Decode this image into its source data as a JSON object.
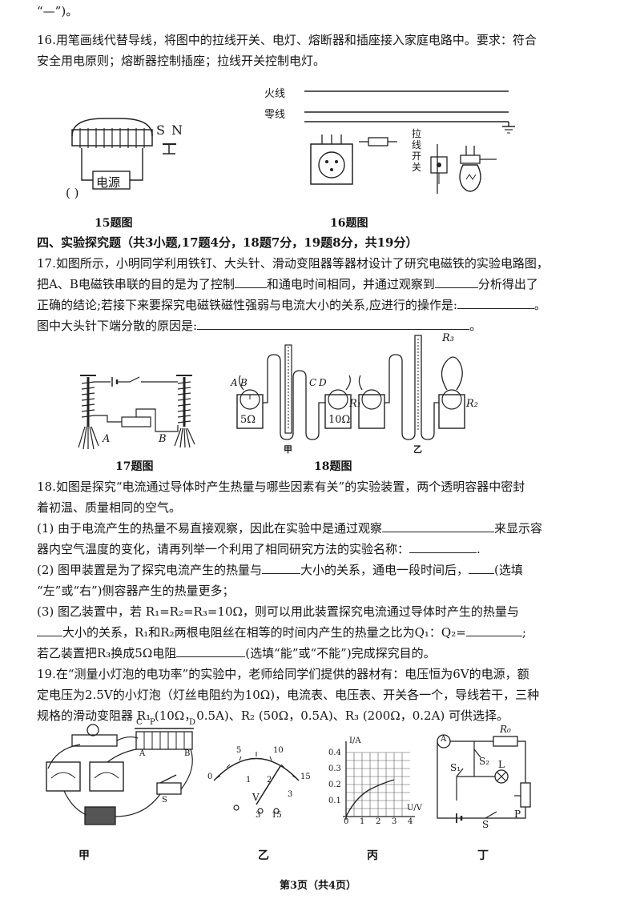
{
  "top_fragment": "“—”)。",
  "q16": {
    "line1": "16.用笔画线代替导线，将图中的拉线开关、电灯、熔断器和插座接入家庭电路中。要求：符合",
    "line2": "安全用电原则；熔断器控制插座；拉线开关控制电灯。"
  },
  "fig15": {
    "label_s": "S",
    "label_n": "N",
    "source": "电源",
    "paren": "( )",
    "caption": "15题图"
  },
  "fig16": {
    "live": "火线",
    "neutral": "零线",
    "switch": "拉线开关",
    "caption": "16题图"
  },
  "section4": "四、实验探究题（共3小题,17题4分，18题7分，19题8分，共19分）",
  "q17": {
    "line1": "17.如图所示，小明同学利用铁钉、大头针、滑动变阻器等器材设计了研究电磁铁的实验电路图，",
    "line2a": "把A、B电磁铁串联的目的是为了控制",
    "line2b": "和通电时间相同，并通过观察到",
    "line2c": "分析得出了",
    "line3a": "正确的结论;若接下来要探究电磁铁磁性强弱与电流大小的关系,应进行的操作是:",
    "line3b": "。",
    "line4a": "图中大头针下端分散的原因是:",
    "line4b": "。"
  },
  "fig17": {
    "a": "A",
    "b": "B",
    "caption": "17题图"
  },
  "fig18": {
    "a": "A",
    "b": "B",
    "c": "C",
    "d": "D",
    "r5": "5Ω",
    "r10": "10Ω",
    "r1": "R₁",
    "r2": "R₂",
    "r3": "R₃",
    "jia": "甲",
    "yi": "乙",
    "caption": "18题图"
  },
  "q18": {
    "line1": "18.如图是探究“电流通过导体时产生热量与哪些因素有关”的实验装置，两个透明容器中密封",
    "line2": "着初温、质量相同的空气。",
    "p1a": "(1) 由于电流产生的热量不易直接观察，因此在实验中是通过观察",
    "p1b": "来显示容",
    "p1c": "器内空气温度的变化，请再列举一个利用了相同研究方法的实验名称：",
    "p1d": ".",
    "p2a": "(2) 图甲装置是为了探究电流产生的热量与",
    "p2b": "大小的关系，通电一段时间后，",
    "p2c": "(选填",
    "p2d": "“左”或“右”)侧容器产生的热量更多；",
    "p3a": "(3) 图乙装置中，若 R₁=R₂=R₃=10Ω，则可以用此装置探究电流通过导体时产生的热量与",
    "p3b": "大小的关系，R₁和R₂两根电阻丝在相等的时间内产生的热量之比为Q₁：Q₂=",
    "p3c": ";",
    "p3d": "若乙装置把R₃换成5Ω电阻",
    "p3e": "(选填“能”或“不能”)完成探究目的。"
  },
  "q19": {
    "line1": "19.在“测量小灯泡的电功率”的实验中，老师给同学们提供的器材有：电压恒为6V的电源，额",
    "line2": "定电压为2.5V的小灯泡（灯丝电阻约为10Ω)，电流表、电压表、开关各一个，导线若干，三种",
    "line3": "规格的滑动变阻器 R₁ (10Ω，0.5A)、R₂ (50Ω，0.5A)、R₃ (200Ω，0.2A) 可供选择。"
  },
  "fig19": {
    "jia": "甲",
    "yi": "乙",
    "bing": "丙",
    "ding": "丁",
    "c": "C",
    "p": "P",
    "d": "D",
    "a": "A",
    "b": "B",
    "s": "S",
    "meter_v": "V",
    "tick_0": "0",
    "tick_5": "5",
    "tick_10": "10",
    "tick_15": "15",
    "tick_1": "1",
    "tick_2": "2",
    "tick_3": "3",
    "term_3": "3",
    "term_15": "15",
    "ia": "I/A",
    "uv": "U/V",
    "y04": "0.4",
    "y03": "0.3",
    "y02": "0.2",
    "y01": "0.1",
    "x0": "0",
    "x1": "1",
    "x2": "2",
    "x3": "3",
    "x4": "4",
    "ammeter": "A",
    "r0": "R₀",
    "s1": "S₁",
    "s2": "S₂",
    "l": "L",
    "p_slider": "P",
    "s_main": "S"
  },
  "footer": "第3页（共4页）"
}
